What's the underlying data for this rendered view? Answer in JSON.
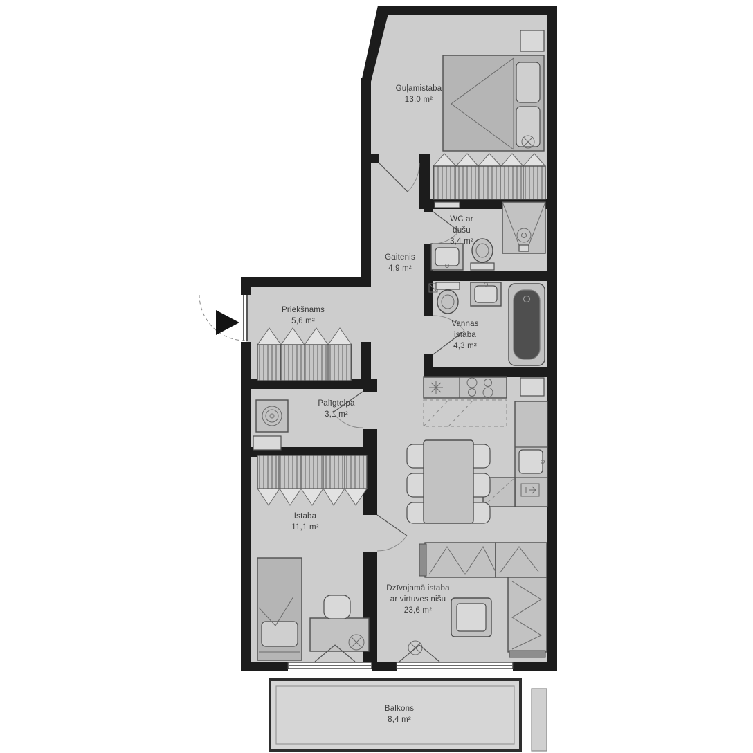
{
  "plan": {
    "type": "apartment-floorplan",
    "language": "lv",
    "rooms": [
      {
        "id": "bedroom",
        "line1": "Guļamistaba",
        "line2": "",
        "area": "13,0 m²"
      },
      {
        "id": "wc",
        "line1": "WC ar",
        "line2": "dušu",
        "area": "3,4 m²"
      },
      {
        "id": "hallway",
        "line1": "Gaitenis",
        "line2": "",
        "area": "4,9 m²"
      },
      {
        "id": "entry",
        "line1": "Priekšnams",
        "line2": "",
        "area": "5,6 m²"
      },
      {
        "id": "bathroom",
        "line1": "Vannas",
        "line2": "istaba",
        "area": "4,3 m²"
      },
      {
        "id": "utility",
        "line1": "Palīgtelpa",
        "line2": "",
        "area": "3,1 m²"
      },
      {
        "id": "room",
        "line1": "Istaba",
        "line2": "",
        "area": "11,1 m²"
      },
      {
        "id": "living",
        "line1": "Dzīvojamā istaba",
        "line2": "ar virtuves nišu",
        "area": "23,6 m²"
      },
      {
        "id": "balcony",
        "line1": "Balkons",
        "line2": "",
        "area": "8,4 m²"
      }
    ],
    "colors": {
      "wall": "#1c1c1c",
      "floor": "#cdcdcd",
      "balcony_floor": "#d6d6d6",
      "furniture": "#c2c2c2",
      "outline": "#4e4e4e",
      "text": "#3c3c3c",
      "background": "#ffffff"
    }
  }
}
